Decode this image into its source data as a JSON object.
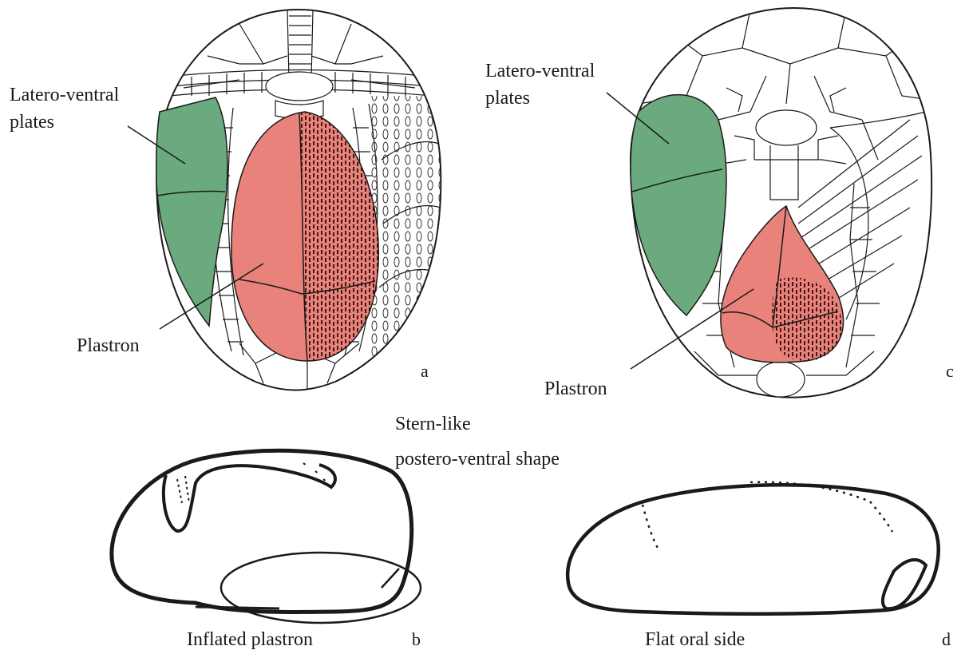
{
  "colors": {
    "lateroVentral": "#6aaa7e",
    "plastron": "#e8827a",
    "outline": "#1a1a1a",
    "background": "#ffffff"
  },
  "panels": {
    "a": {
      "letter": "a",
      "label_latero_line1": "Latero-ventral",
      "label_latero_line2": "plates",
      "label_plastron": "Plastron"
    },
    "b": {
      "letter": "b",
      "caption": "Inflated plastron"
    },
    "c": {
      "letter": "c",
      "label_latero_line1": "Latero-ventral",
      "label_latero_line2": "plates",
      "label_plastron": "Plastron"
    },
    "d": {
      "letter": "d",
      "caption": "Flat oral side"
    },
    "stern": {
      "line1": "Stern-like",
      "line2": "postero-ventral shape"
    }
  }
}
